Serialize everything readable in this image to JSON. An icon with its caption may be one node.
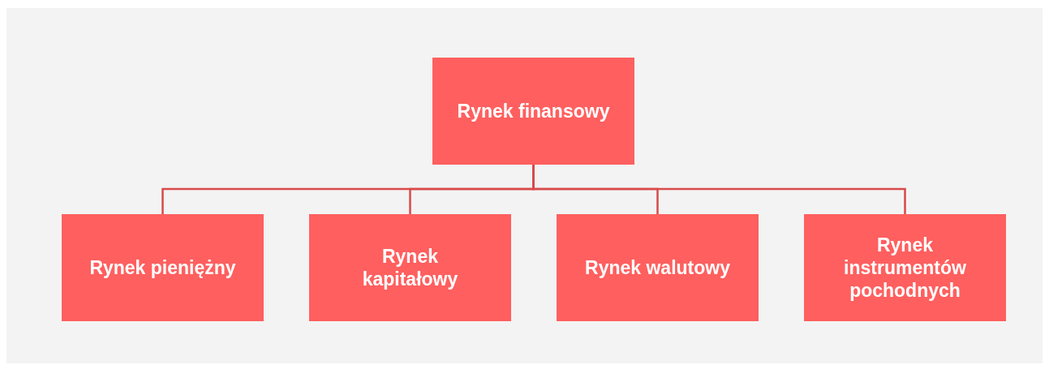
{
  "diagram": {
    "nodes": [
      {
        "text": [
          "Rynek finansowy"
        ]
      },
      {
        "text": [
          "Rynek pieniężny"
        ]
      },
      {
        "text": [
          "Rynek kapitałowy"
        ]
      },
      {
        "text": [
          "Rynek walutowy"
        ]
      },
      {
        "text": [
          "Rynek instrumentów pochodnych"
        ]
      }
    ],
    "edges": [
      {
        "from": 0,
        "to": 1,
        "arrow": "none"
      },
      {
        "from": 0,
        "to": 2,
        "arrow": "none"
      },
      {
        "from": 0,
        "to": 3,
        "arrow": "none"
      },
      {
        "from": 0,
        "to": 4,
        "arrow": "none"
      }
    ]
  }
}
